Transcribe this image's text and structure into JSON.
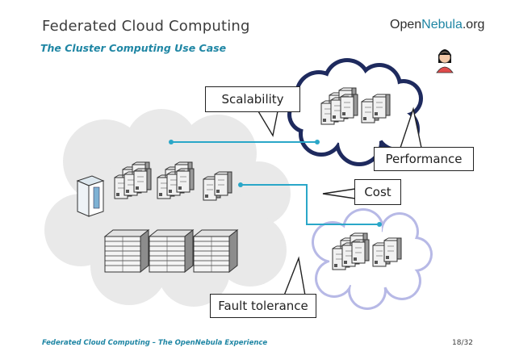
{
  "header": {
    "title": "Federated Cloud Computing",
    "subtitle": "The Cluster Computing Use Case",
    "logo": {
      "part1": "Open",
      "part2": "Nebula",
      "part3": ".org"
    }
  },
  "callouts": {
    "scalability": "Scalability",
    "performance": "Performance",
    "cost": "Cost",
    "fault_tolerance": "Fault tolerance"
  },
  "footer": {
    "left": "Federated Cloud Computing – The OpenNebula Experience",
    "page": "18/32"
  },
  "colors": {
    "brand": "#1f86a4",
    "connector": "#2aa7c8",
    "cloud_dark_border": "#1e2a5e",
    "cloud_light_border": "#b7b9e6"
  },
  "icons": [
    "person-icon",
    "cloud-icon",
    "server-icon",
    "blade-rack-icon",
    "tower-pc-icon"
  ]
}
